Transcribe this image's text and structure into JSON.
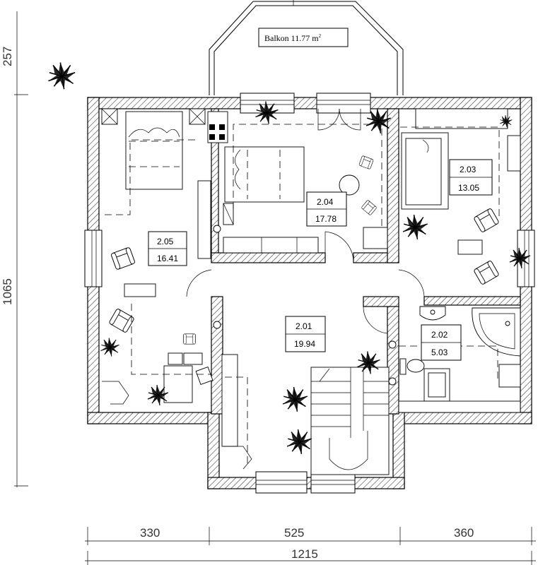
{
  "balcony": {
    "label": "Balkon  11.77  m",
    "sup": "2"
  },
  "rooms": {
    "r204": {
      "number": "2.04",
      "area": "17.78"
    },
    "r203": {
      "number": "2.03",
      "area": "13.05"
    },
    "r205": {
      "number": "2.05",
      "area": "16.41"
    },
    "r201": {
      "number": "2.01",
      "area": "19.94"
    },
    "r202": {
      "number": "2.02",
      "area": "5.03"
    }
  },
  "dimensions": {
    "top_left_vertical": "257",
    "left_vertical": "1065",
    "bottom_segment_1": "330",
    "bottom_segment_2": "525",
    "bottom_segment_3": "360",
    "bottom_total": "1215"
  },
  "icons": [
    "plant-icon",
    "compass-star-icon",
    "bed-icon",
    "armchair-icon",
    "toilet-icon",
    "bathtub-icon",
    "sink-icon",
    "stairs-icon"
  ]
}
